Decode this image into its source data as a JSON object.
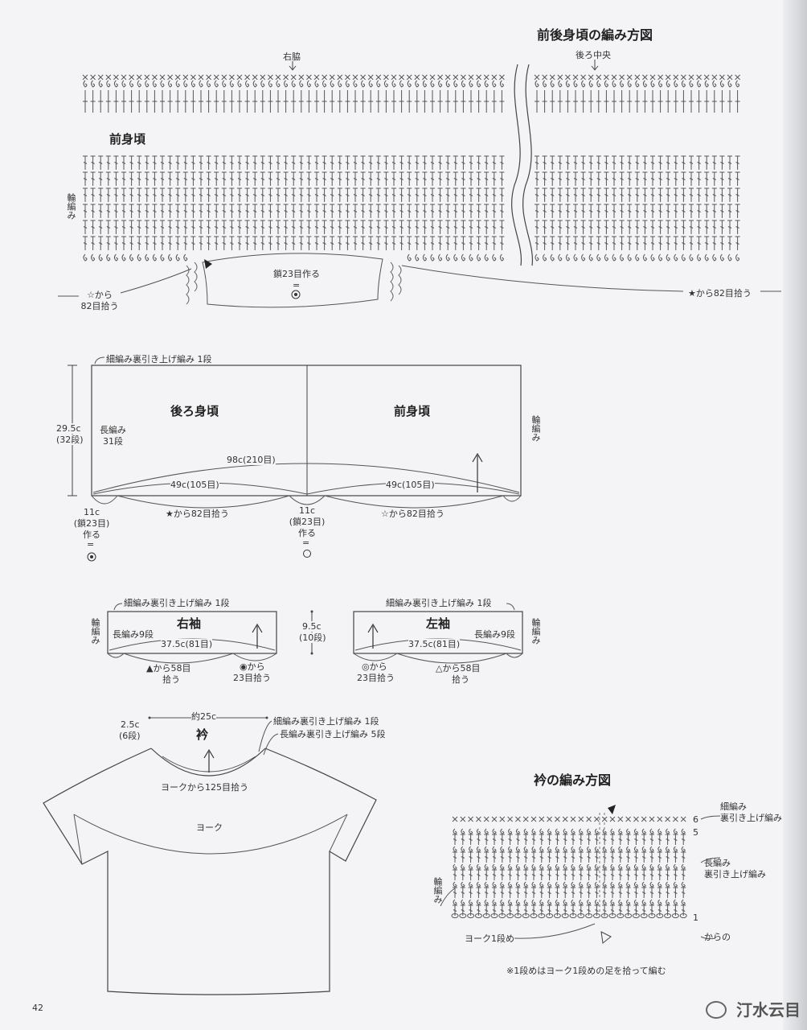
{
  "front_back_chart": {
    "title": "前後身頃の編み方図",
    "right_side_label": "右脇",
    "back_center_label": "後ろ中央",
    "front_body_label": "前身頃",
    "round_knit_label": "輪編み",
    "chain_label": "鎖23目作る",
    "eq_mark": "=",
    "from_star_white": "☆から",
    "pick_82": "82目拾う",
    "from_star_black": "★から82目拾う"
  },
  "body_schematic": {
    "top_row_label": "細編み裏引き上げ編み 1段",
    "back_body_label": "後ろ身頃",
    "front_body_label": "前身頃",
    "height_cm": "29.5c",
    "height_rows": "(32段)",
    "dc_label": "長編み",
    "dc_rows": "31段",
    "round_knit_label": "輪編み",
    "total_width": "98c(210目)",
    "half_width_left": "49c(105目)",
    "half_width_right": "49c(105目)",
    "left_gap": "11c",
    "left_gap_chain": "(鎖23目)",
    "left_make": "作る",
    "mid_pick": "★から82目拾う",
    "center_gap": "11c",
    "center_gap_chain": "(鎖23目)",
    "center_make": "作る",
    "right_pick": "☆から82目拾う",
    "eq_mark": "="
  },
  "sleeves": {
    "right_top_label": "細編み裏引き上げ編み 1段",
    "right_title": "右袖",
    "right_dc": "長編み9段",
    "right_width": "37.5c(81目)",
    "right_tri_pick": "▲から58目",
    "right_tri_pick2": "拾う",
    "right_circ_pick": "◉から",
    "right_circ_pick2": "23目拾う",
    "round_knit_label": "輪編み",
    "height_cm": "9.5c",
    "height_rows": "(10段)",
    "left_top_label": "細編み裏引き上げ編み 1段",
    "left_title": "左袖",
    "left_dc": "長編み9段",
    "left_width": "37.5c(81目)",
    "left_circ_pick": "◎から",
    "left_circ_pick2": "23目拾う",
    "left_tri_pick": "△から58目",
    "left_tri_pick2": "拾う"
  },
  "collar_schematic": {
    "height_cm": "2.5c",
    "height_rows": "(6段)",
    "width_approx": "約25c",
    "collar_label": "衿",
    "row_note_1": "細編み裏引き上げ編み 1段",
    "row_note_2": "長編み裏引き上げ編み 5段",
    "yoke_pick": "ヨークから125目拾う",
    "yoke_label": "ヨーク"
  },
  "collar_chart": {
    "title": "衿の編み方図",
    "right_note_1a": "細編み",
    "right_note_1b": "裏引き上げ編み",
    "right_note_2a": "長編み",
    "right_note_2b": "裏引き上げ編み",
    "row_6": "6",
    "row_5": "5",
    "row_1": "1",
    "round_knit_label": "輪編み",
    "yoke_row_label": "ヨーク1段め",
    "footnote": "※1段めはヨーク1段めの足を拾って編む",
    "end_label": "からの"
  },
  "page_number": "42",
  "watermark": "汀水云目"
}
